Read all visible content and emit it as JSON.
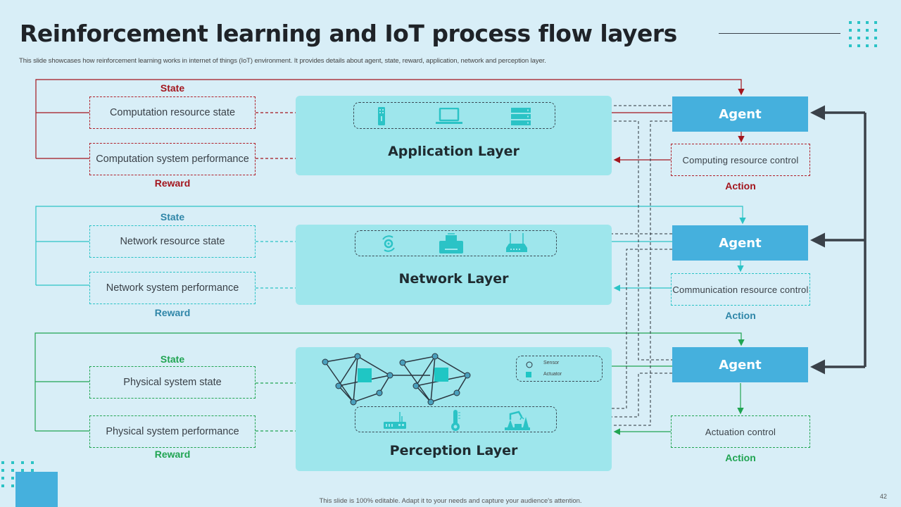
{
  "title": "Reinforcement learning and IoT process flow layers",
  "subtitle": "This slide showcases how reinforcement learning works in internet of things (IoT) environment. It provides details about agent, state, reward, application, network and perception layer.",
  "footer": "This slide is 100% editable. Adapt it to your needs and capture your audience's attention.",
  "page_number": "42",
  "colors": {
    "background": "#d8eef7",
    "layer_fill": "#9ee6ec",
    "agent_fill": "#45b0dd",
    "application_accent": "#a3161e",
    "network_accent": "#2bc3c6",
    "network_label": "#2f86a8",
    "perception_accent": "#20a452",
    "feedback_arrow": "#3a4149"
  },
  "rows": [
    {
      "id": "application",
      "layer_title": "Application Layer",
      "icons": [
        "remote-control-icon",
        "laptop-icon",
        "server-icon"
      ],
      "state_label": "State",
      "state_box": "Computation resource state",
      "reward_box": "Computation system performance",
      "reward_label": "Reward",
      "agent_label": "Agent",
      "action_box": "Computing resource control",
      "action_label": "Action"
    },
    {
      "id": "network",
      "layer_title": "Network Layer",
      "icons": [
        "gear-cycle-icon",
        "fax-printer-icon",
        "router-icon"
      ],
      "state_label": "State",
      "state_box": "Network resource state",
      "reward_box": "Network system performance",
      "reward_label": "Reward",
      "agent_label": "Agent",
      "action_box": "Communication resource control",
      "action_label": "Action"
    },
    {
      "id": "perception",
      "layer_title": "Perception Layer",
      "icons": [
        "wifi-router-icon",
        "thermometer-icon",
        "robot-arm-icon"
      ],
      "legend": [
        {
          "symbol": "circle",
          "label": "Sensor"
        },
        {
          "symbol": "square",
          "label": "Actuator"
        }
      ],
      "state_label": "State",
      "state_box": "Physical system state",
      "reward_box": "Physical system performance",
      "reward_label": "Reward",
      "agent_label": "Agent",
      "action_box": "Actuation control",
      "action_label": "Action"
    }
  ]
}
